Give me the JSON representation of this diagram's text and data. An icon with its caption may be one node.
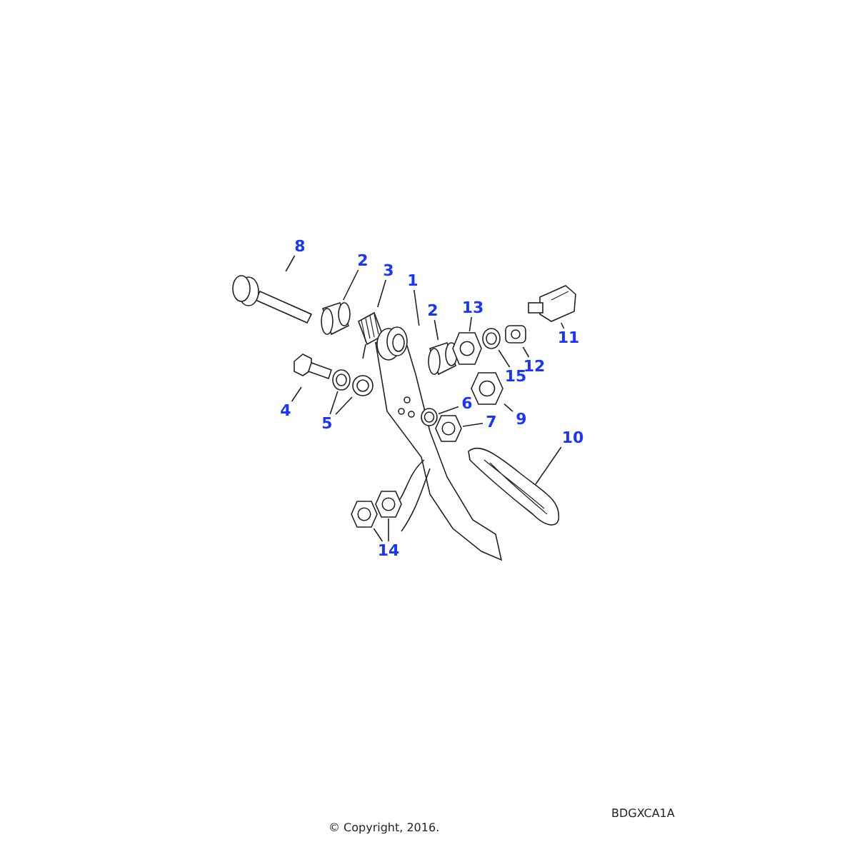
{
  "diagram": {
    "nodes": [
      {
        "text": [
          "8"
        ]
      },
      {
        "text": [],
        "shape": "picture"
      },
      {
        "text": [
          "2"
        ]
      },
      {
        "text": [],
        "shape": "picture"
      },
      {
        "text": [
          "3"
        ]
      },
      {
        "text": [],
        "shape": "picture"
      },
      {
        "text": [
          "1"
        ]
      },
      {
        "text": [],
        "shape": "picture"
      },
      {
        "text": [
          "2"
        ]
      },
      {
        "text": [],
        "shape": "picture"
      },
      {
        "text": [
          "13"
        ]
      },
      {
        "text": [],
        "shape": "picture"
      },
      {
        "text": [
          "11"
        ]
      },
      {
        "text": [],
        "shape": "picture"
      },
      {
        "text": [
          "12"
        ]
      },
      {
        "text": [],
        "shape": "picture"
      },
      {
        "text": [
          "15"
        ]
      },
      {
        "text": [],
        "shape": "picture"
      },
      {
        "text": [
          "9"
        ]
      },
      {
        "text": [],
        "shape": "picture"
      },
      {
        "text": [
          "4"
        ]
      },
      {
        "text": [],
        "shape": "picture"
      },
      {
        "text": [
          "5"
        ]
      },
      {
        "text": [],
        "shape": "picture"
      },
      {
        "text": [],
        "shape": "picture"
      },
      {
        "text": [
          "6"
        ]
      },
      {
        "text": [],
        "shape": "picture"
      },
      {
        "text": [
          "7"
        ]
      },
      {
        "text": [],
        "shape": "picture"
      },
      {
        "text": [
          "10"
        ]
      },
      {
        "text": [],
        "shape": "picture"
      },
      {
        "text": [
          "14"
        ]
      },
      {
        "text": [],
        "shape": "picture"
      },
      {
        "text": [],
        "shape": "picture"
      }
    ],
    "edges": [
      {
        "from": 0,
        "to": 1,
        "arrow": "none"
      },
      {
        "from": 2,
        "to": 3,
        "arrow": "none"
      },
      {
        "from": 4,
        "to": 5,
        "arrow": "none"
      },
      {
        "from": 6,
        "to": 7,
        "arrow": "none"
      },
      {
        "from": 8,
        "to": 9,
        "arrow": "none"
      },
      {
        "from": 10,
        "to": 11,
        "arrow": "none"
      },
      {
        "from": 12,
        "to": 13,
        "arrow": "none"
      },
      {
        "from": 14,
        "to": 15,
        "arrow": "none"
      },
      {
        "from": 16,
        "to": 17,
        "arrow": "none"
      },
      {
        "from": 18,
        "to": 19,
        "arrow": "none"
      },
      {
        "from": 20,
        "to": 21,
        "arrow": "none"
      },
      {
        "from": 22,
        "to": 23,
        "arrow": "none"
      },
      {
        "from": 22,
        "to": 24,
        "arrow": "none"
      },
      {
        "from": 25,
        "to": 26,
        "arrow": "none"
      },
      {
        "from": 27,
        "to": 28,
        "arrow": "none"
      },
      {
        "from": 29,
        "to": 30,
        "arrow": "none"
      },
      {
        "from": 31,
        "to": 32,
        "arrow": "none"
      },
      {
        "from": 31,
        "to": 33,
        "arrow": "none"
      }
    ],
    "labels": [
      "BDGXCA1A",
      "© Copyright, 2016."
    ]
  }
}
